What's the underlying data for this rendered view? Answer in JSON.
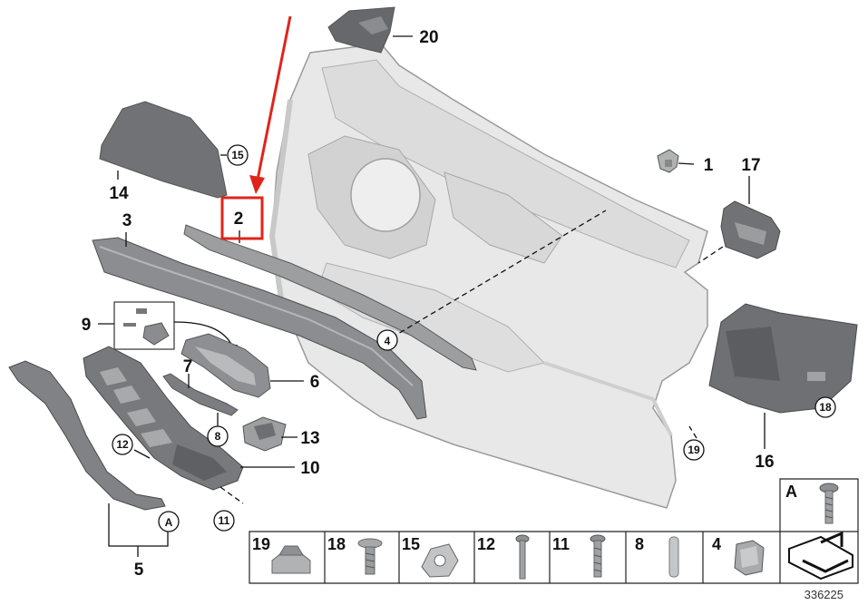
{
  "callouts": {
    "p1": "1",
    "p2": "2",
    "p3": "3",
    "p4": "4",
    "p5": "5",
    "p6": "6",
    "p7": "7",
    "p8": "8",
    "p9": "9",
    "p10": "10",
    "p11": "11",
    "p12": "12",
    "p13": "13",
    "p14": "14",
    "p15": "15",
    "p16": "16",
    "p17": "17",
    "p18": "18",
    "p19": "19",
    "p20": "20",
    "pA": "A"
  },
  "legend": {
    "cells": [
      {
        "num": "19"
      },
      {
        "num": "18"
      },
      {
        "num": "15"
      },
      {
        "num": "12"
      },
      {
        "num": "11"
      },
      {
        "num": "8"
      },
      {
        "num": "4"
      }
    ],
    "a_label": "A"
  },
  "diagram_code": "336225",
  "colors": {
    "highlight": "#e0241b",
    "panel": "#e6e6e6",
    "dark_part": "#6f7174",
    "mid_part": "#9a9c9e"
  }
}
